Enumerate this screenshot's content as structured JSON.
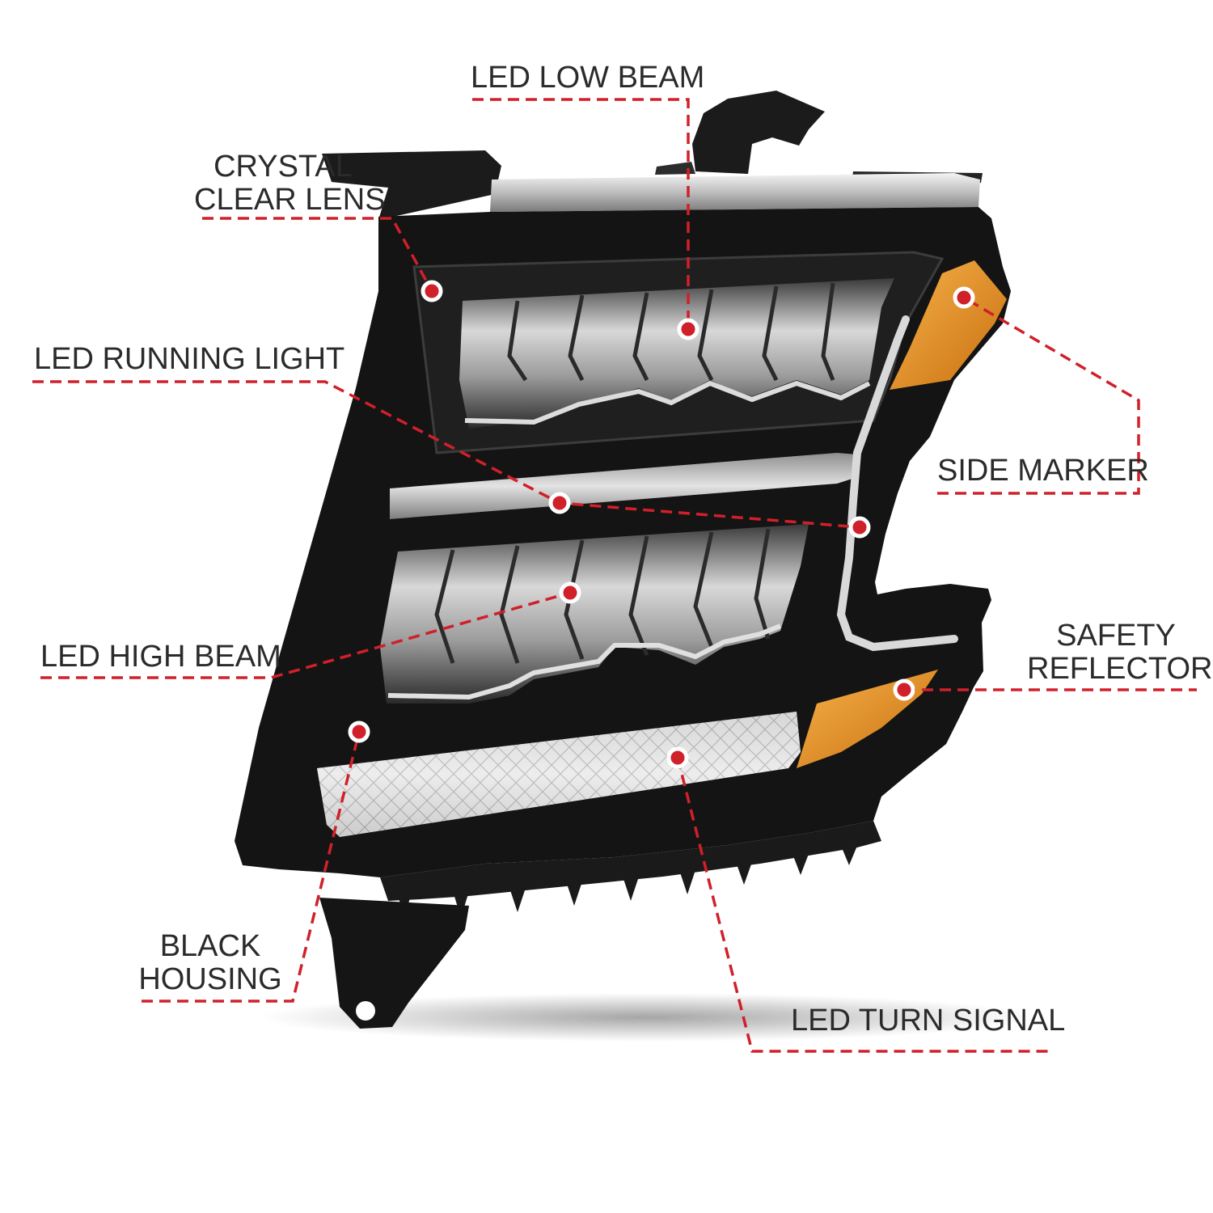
{
  "colors": {
    "callout": "#d0202a",
    "text": "#2b2b2b",
    "housing": "#121212",
    "amber": "#e6901f",
    "chrome": "#c9c9c9"
  },
  "callouts": {
    "low_beam": [
      "LED LOW BEAM"
    ],
    "lens": [
      "CRYSTAL",
      "CLEAR LENS"
    ],
    "running": [
      "LED RUNNING LIGHT"
    ],
    "side_marker": [
      "SIDE MARKER"
    ],
    "high_beam": [
      "LED HIGH BEAM"
    ],
    "reflector": [
      "SAFETY",
      "REFLECTOR"
    ],
    "housing": [
      "BLACK",
      "HOUSING"
    ],
    "turn": [
      "LED TURN SIGNAL"
    ]
  }
}
